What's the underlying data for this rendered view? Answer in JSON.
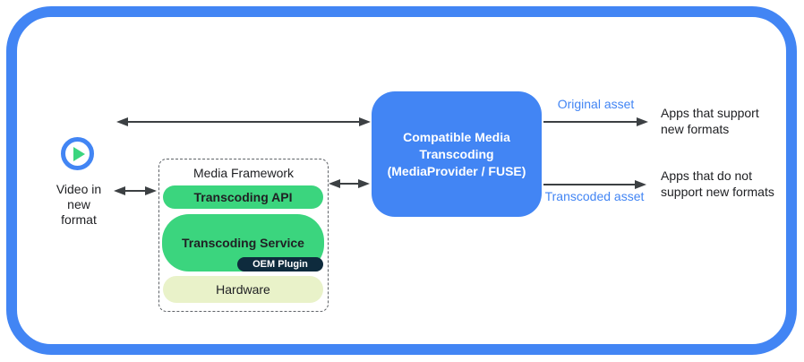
{
  "source": {
    "icon": "play-icon",
    "label": "Video in\nnew\nformat"
  },
  "media_framework": {
    "title": "Media Framework",
    "layers": [
      "Transcoding API",
      "Transcoding Service",
      "Hardware"
    ],
    "oem_plugin": "OEM Plugin"
  },
  "transcoder": {
    "label": "Compatible Media\nTranscoding\n(MediaProvider / FUSE)"
  },
  "outputs": {
    "original": {
      "label": "Original asset",
      "destination": "Apps that support\nnew formats"
    },
    "transcoded": {
      "label": "Transcoded asset",
      "destination": "Apps that do not\nsupport new formats"
    }
  },
  "colors": {
    "frame_blue": "#4285f4",
    "transcoder_blue": "#4285f4",
    "asset_label_blue": "#4285f4",
    "layer_green": "#3bd57e",
    "oem_navy": "#0e2b3d",
    "hardware_pale": "#e9f2c9",
    "arrow_gray": "#3c4043"
  }
}
